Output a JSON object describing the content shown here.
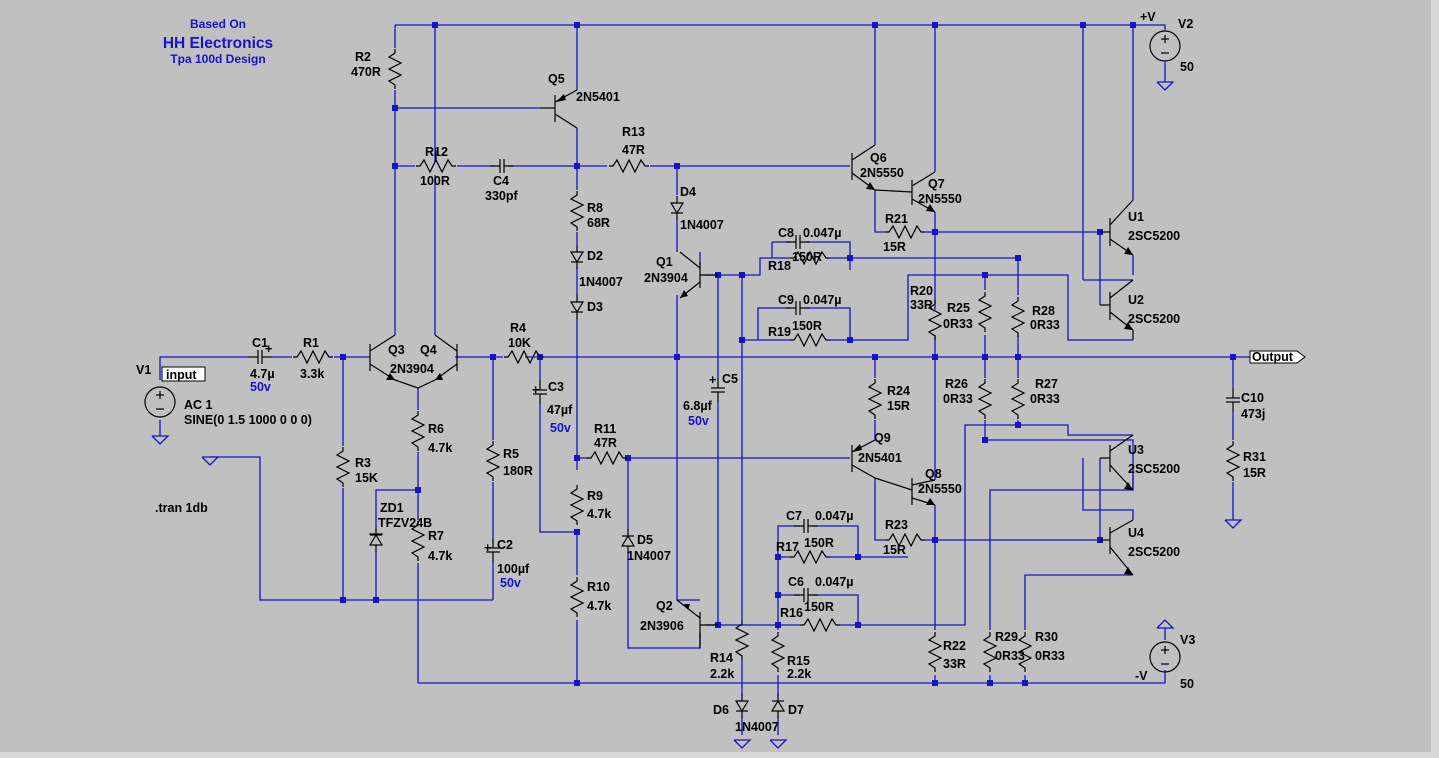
{
  "header": {
    "line1": "Based On",
    "line2": "HH Electronics",
    "line3": "Tpa 100d Design"
  },
  "directive": ".tran 1db",
  "ports": {
    "input": "input",
    "output": "Output",
    "vplus": "+V",
    "vminus": "-V"
  },
  "sources": {
    "v1": {
      "ref": "V1",
      "ac": "AC 1",
      "sine": "SINE(0 1.5 1000 0 0 0)"
    },
    "v2": {
      "ref": "V2",
      "value": "50"
    },
    "v3": {
      "ref": "V3",
      "value": "50"
    }
  },
  "transistors": {
    "q1": {
      "ref": "Q1",
      "value": "2N3904"
    },
    "q2": {
      "ref": "Q2",
      "value": "2N3906"
    },
    "q3": {
      "ref": "Q3",
      "value": "2N3904"
    },
    "q4": {
      "ref": "Q4"
    },
    "q5": {
      "ref": "Q5",
      "value": "2N5401"
    },
    "q6": {
      "ref": "Q6",
      "value": "2N5550"
    },
    "q7": {
      "ref": "Q7",
      "value": "2N5550"
    },
    "q8": {
      "ref": "Q8",
      "value": "2N5550"
    },
    "q9": {
      "ref": "Q9",
      "value": "2N5401"
    },
    "u1": {
      "ref": "U1",
      "value": "2SC5200"
    },
    "u2": {
      "ref": "U2",
      "value": "2SC5200"
    },
    "u3": {
      "ref": "U3",
      "value": "2SC5200"
    },
    "u4": {
      "ref": "U4",
      "value": "2SC5200"
    }
  },
  "resistors": {
    "r1": {
      "ref": "R1",
      "value": "3.3k"
    },
    "r2": {
      "ref": "R2",
      "value": "470R"
    },
    "r3": {
      "ref": "R3",
      "value": "15K"
    },
    "r4": {
      "ref": "R4",
      "value": "10K"
    },
    "r5": {
      "ref": "R5",
      "value": "180R"
    },
    "r6": {
      "ref": "R6",
      "value": "4.7k"
    },
    "r7": {
      "ref": "R7",
      "value": "4.7k"
    },
    "r8": {
      "ref": "R8",
      "value": "68R"
    },
    "r9": {
      "ref": "R9",
      "value": "4.7k"
    },
    "r10": {
      "ref": "R10",
      "value": "4.7k"
    },
    "r11": {
      "ref": "R11",
      "value": "47R"
    },
    "r12": {
      "ref": "R12",
      "value": "100R"
    },
    "r13": {
      "ref": "R13",
      "value": "47R"
    },
    "r14": {
      "ref": "R14",
      "value": "2.2k"
    },
    "r15": {
      "ref": "R15",
      "value": "2.2k"
    },
    "r16": {
      "ref": "R16",
      "value": "150R"
    },
    "r17": {
      "ref": "R17",
      "value": "150R"
    },
    "r18": {
      "ref": "R18",
      "value": "150R"
    },
    "r19": {
      "ref": "R19",
      "value": "150R"
    },
    "r20": {
      "ref": "R20",
      "value": "33R"
    },
    "r21": {
      "ref": "R21",
      "value": "15R"
    },
    "r22": {
      "ref": "R22",
      "value": "33R"
    },
    "r23": {
      "ref": "R23",
      "value": "15R"
    },
    "r24": {
      "ref": "R24",
      "value": "15R"
    },
    "r25": {
      "ref": "R25",
      "value": "0R33"
    },
    "r26": {
      "ref": "R26",
      "value": "0R33"
    },
    "r27": {
      "ref": "R27",
      "value": "0R33"
    },
    "r28": {
      "ref": "R28",
      "value": "0R33"
    },
    "r29": {
      "ref": "R29",
      "value": "0R33"
    },
    "r30": {
      "ref": "R30",
      "value": "0R33"
    },
    "r31": {
      "ref": "R31",
      "value": "15R"
    }
  },
  "capacitors": {
    "c1": {
      "ref": "C1",
      "value": "4.7µ",
      "rating": "50v"
    },
    "c2": {
      "ref": "C2",
      "value": "100µf",
      "rating": "50v"
    },
    "c3": {
      "ref": "C3",
      "value": "47µf",
      "rating": "50v"
    },
    "c4": {
      "ref": "C4",
      "value": "330pf"
    },
    "c5": {
      "ref": "C5",
      "value": "6.8µf",
      "rating": "50v"
    },
    "c6": {
      "ref": "C6",
      "value": "0.047µ"
    },
    "c7": {
      "ref": "C7",
      "value": "0.047µ"
    },
    "c8": {
      "ref": "C8",
      "value": "0.047µ"
    },
    "c9": {
      "ref": "C9",
      "value": "0.047µ"
    },
    "c10": {
      "ref": "C10",
      "value": "473j"
    }
  },
  "diodes": {
    "d2": {
      "ref": "D2",
      "value": "1N4007"
    },
    "d3": {
      "ref": "D3"
    },
    "d4": {
      "ref": "D4",
      "value": "1N4007"
    },
    "d5": {
      "ref": "D5",
      "value": "1N4007"
    },
    "d6": {
      "ref": "D6",
      "value": "1N4007"
    },
    "d7": {
      "ref": "D7"
    },
    "zd1": {
      "ref": "ZD1",
      "value": "TFZV24B"
    }
  }
}
